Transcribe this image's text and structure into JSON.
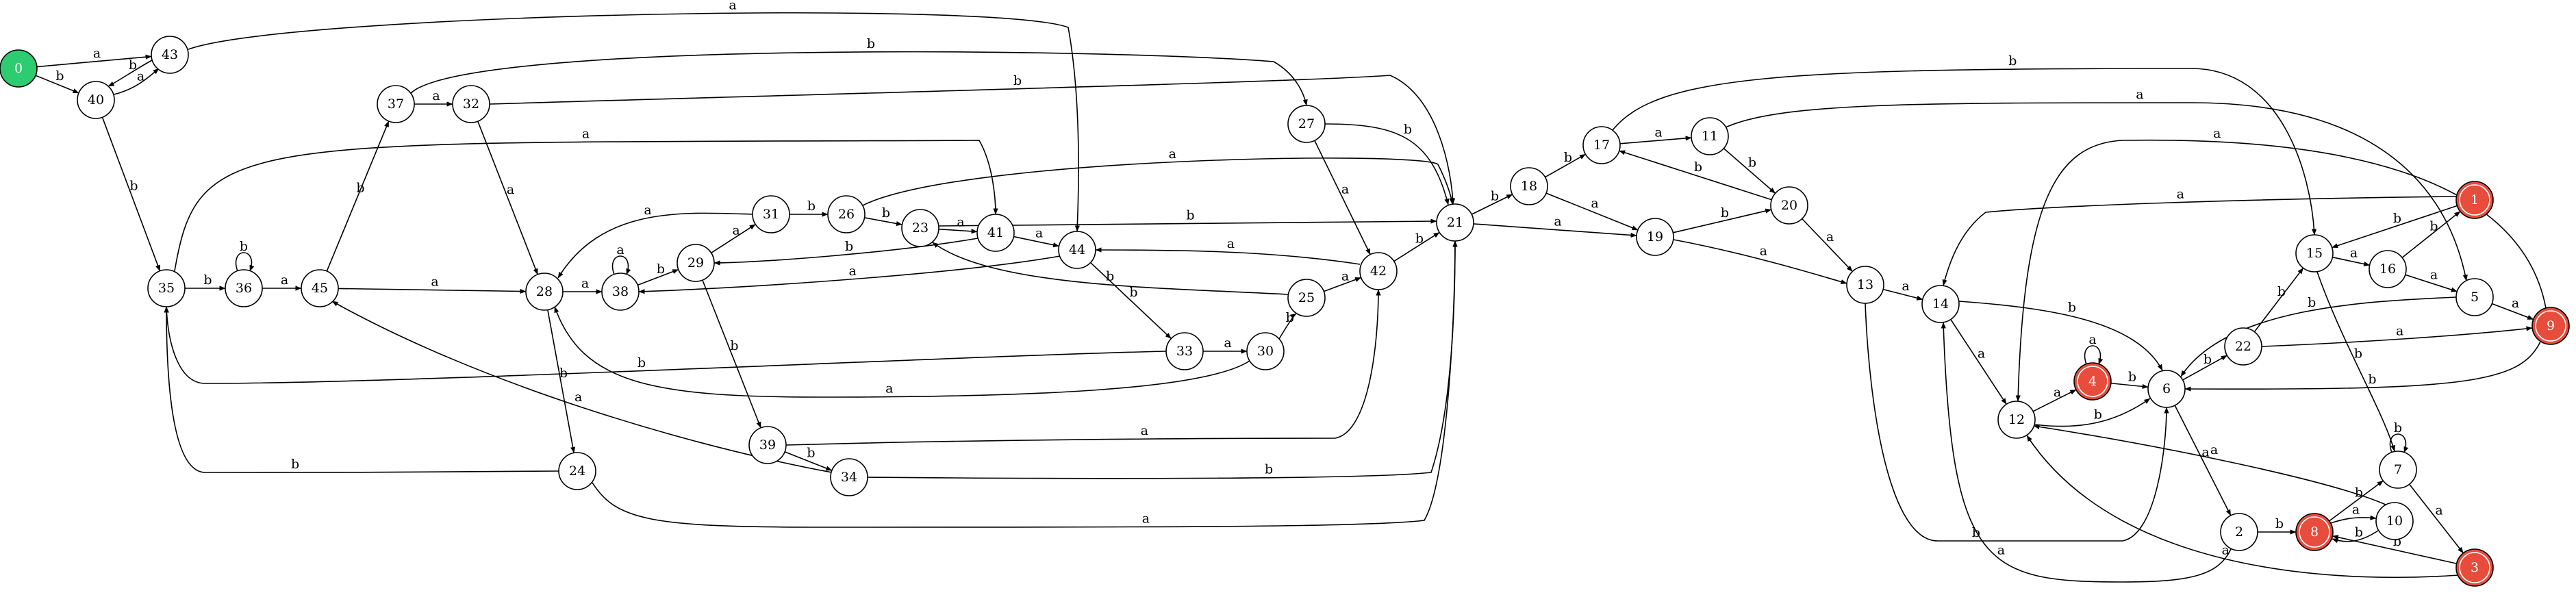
{
  "colors": {
    "start": "#2ecc71",
    "accept": "#e74c3c",
    "stroke": "#000000",
    "text": "#000000",
    "accept_text": "#ffffff"
  },
  "nodes": [
    {
      "id": "0",
      "label": "0",
      "kind": "start"
    },
    {
      "id": "43",
      "label": "43",
      "kind": "normal"
    },
    {
      "id": "40",
      "label": "40",
      "kind": "normal"
    },
    {
      "id": "35",
      "label": "35",
      "kind": "normal"
    },
    {
      "id": "36",
      "label": "36",
      "kind": "normal"
    },
    {
      "id": "45",
      "label": "45",
      "kind": "normal"
    },
    {
      "id": "37",
      "label": "37",
      "kind": "normal"
    },
    {
      "id": "32",
      "label": "32",
      "kind": "normal"
    },
    {
      "id": "28",
      "label": "28",
      "kind": "normal"
    },
    {
      "id": "38",
      "label": "38",
      "kind": "normal"
    },
    {
      "id": "29",
      "label": "29",
      "kind": "normal"
    },
    {
      "id": "31",
      "label": "31",
      "kind": "normal"
    },
    {
      "id": "26",
      "label": "26",
      "kind": "normal"
    },
    {
      "id": "23",
      "label": "23",
      "kind": "normal"
    },
    {
      "id": "41",
      "label": "41",
      "kind": "normal"
    },
    {
      "id": "44",
      "label": "44",
      "kind": "normal"
    },
    {
      "id": "27",
      "label": "27",
      "kind": "normal"
    },
    {
      "id": "42",
      "label": "42",
      "kind": "normal"
    },
    {
      "id": "25",
      "label": "25",
      "kind": "normal"
    },
    {
      "id": "33",
      "label": "33",
      "kind": "normal"
    },
    {
      "id": "30",
      "label": "30",
      "kind": "normal"
    },
    {
      "id": "39",
      "label": "39",
      "kind": "normal"
    },
    {
      "id": "34",
      "label": "34",
      "kind": "normal"
    },
    {
      "id": "24",
      "label": "24",
      "kind": "normal"
    },
    {
      "id": "21",
      "label": "21",
      "kind": "normal"
    },
    {
      "id": "18",
      "label": "18",
      "kind": "normal"
    },
    {
      "id": "17",
      "label": "17",
      "kind": "normal"
    },
    {
      "id": "11",
      "label": "11",
      "kind": "normal"
    },
    {
      "id": "19",
      "label": "19",
      "kind": "normal"
    },
    {
      "id": "20",
      "label": "20",
      "kind": "normal"
    },
    {
      "id": "13",
      "label": "13",
      "kind": "normal"
    },
    {
      "id": "14",
      "label": "14",
      "kind": "normal"
    },
    {
      "id": "12",
      "label": "12",
      "kind": "normal"
    },
    {
      "id": "4",
      "label": "4",
      "kind": "accept"
    },
    {
      "id": "6",
      "label": "6",
      "kind": "normal"
    },
    {
      "id": "2",
      "label": "2",
      "kind": "normal"
    },
    {
      "id": "8",
      "label": "8",
      "kind": "accept"
    },
    {
      "id": "10",
      "label": "10",
      "kind": "normal"
    },
    {
      "id": "7",
      "label": "7",
      "kind": "normal"
    },
    {
      "id": "3",
      "label": "3",
      "kind": "accept"
    },
    {
      "id": "22",
      "label": "22",
      "kind": "normal"
    },
    {
      "id": "15",
      "label": "15",
      "kind": "normal"
    },
    {
      "id": "16",
      "label": "16",
      "kind": "normal"
    },
    {
      "id": "1",
      "label": "1",
      "kind": "accept"
    },
    {
      "id": "5",
      "label": "5",
      "kind": "normal"
    },
    {
      "id": "9",
      "label": "9",
      "kind": "accept"
    }
  ],
  "edges": [
    {
      "from": "0",
      "to": "43",
      "label": "a"
    },
    {
      "from": "0",
      "to": "40",
      "label": "b"
    },
    {
      "from": "43",
      "to": "40",
      "label": "b"
    },
    {
      "from": "40",
      "to": "43",
      "label": "a"
    },
    {
      "from": "43",
      "to": "44",
      "label": "a"
    },
    {
      "from": "40",
      "to": "35",
      "label": "b"
    },
    {
      "from": "35",
      "to": "36",
      "label": "b"
    },
    {
      "from": "36",
      "to": "36",
      "label": "b"
    },
    {
      "from": "36",
      "to": "45",
      "label": "a"
    },
    {
      "from": "35",
      "to": "41",
      "label": "a"
    },
    {
      "from": "45",
      "to": "37",
      "label": "b"
    },
    {
      "from": "45",
      "to": "28",
      "label": "a"
    },
    {
      "from": "37",
      "to": "32",
      "label": "a"
    },
    {
      "from": "37",
      "to": "27",
      "label": "b"
    },
    {
      "from": "32",
      "to": "21",
      "label": "b"
    },
    {
      "from": "32",
      "to": "28",
      "label": "a"
    },
    {
      "from": "28",
      "to": "38",
      "label": "a"
    },
    {
      "from": "38",
      "to": "38",
      "label": "a"
    },
    {
      "from": "38",
      "to": "29",
      "label": "b"
    },
    {
      "from": "29",
      "to": "31",
      "label": "a"
    },
    {
      "from": "29",
      "to": "39",
      "label": "b"
    },
    {
      "from": "31",
      "to": "28",
      "label": "a"
    },
    {
      "from": "31",
      "to": "26",
      "label": "b"
    },
    {
      "from": "26",
      "to": "23",
      "label": "b"
    },
    {
      "from": "26",
      "to": "21",
      "label": "a"
    },
    {
      "from": "23",
      "to": "41",
      "label": "a"
    },
    {
      "from": "23",
      "to": "21",
      "label": "b"
    },
    {
      "from": "41",
      "to": "44",
      "label": "a"
    },
    {
      "from": "41",
      "to": "29",
      "label": "b"
    },
    {
      "from": "44",
      "to": "38",
      "label": "a"
    },
    {
      "from": "44",
      "to": "33",
      "label": "b"
    },
    {
      "from": "27",
      "to": "21",
      "label": "b"
    },
    {
      "from": "27",
      "to": "42",
      "label": "a"
    },
    {
      "from": "42",
      "to": "44",
      "label": "a"
    },
    {
      "from": "42",
      "to": "21",
      "label": "b"
    },
    {
      "from": "25",
      "to": "42",
      "label": "a"
    },
    {
      "from": "25",
      "to": "23",
      "label": "b"
    },
    {
      "from": "33",
      "to": "30",
      "label": "a"
    },
    {
      "from": "33",
      "to": "35",
      "label": "b"
    },
    {
      "from": "30",
      "to": "25",
      "label": "b"
    },
    {
      "from": "30",
      "to": "28",
      "label": "a"
    },
    {
      "from": "39",
      "to": "34",
      "label": "b"
    },
    {
      "from": "39",
      "to": "42",
      "label": "a"
    },
    {
      "from": "34",
      "to": "21",
      "label": "b"
    },
    {
      "from": "34",
      "to": "45",
      "label": "a"
    },
    {
      "from": "28",
      "to": "24",
      "label": "b"
    },
    {
      "from": "24",
      "to": "35",
      "label": "b"
    },
    {
      "from": "24",
      "to": "21",
      "label": "a"
    },
    {
      "from": "21",
      "to": "18",
      "label": "b"
    },
    {
      "from": "21",
      "to": "19",
      "label": "a"
    },
    {
      "from": "18",
      "to": "17",
      "label": "b"
    },
    {
      "from": "18",
      "to": "19",
      "label": "a"
    },
    {
      "from": "17",
      "to": "11",
      "label": "a"
    },
    {
      "from": "17",
      "to": "15",
      "label": "b"
    },
    {
      "from": "11",
      "to": "20",
      "label": "b"
    },
    {
      "from": "11",
      "to": "5",
      "label": "a"
    },
    {
      "from": "19",
      "to": "20",
      "label": "b"
    },
    {
      "from": "19",
      "to": "13",
      "label": "a"
    },
    {
      "from": "20",
      "to": "17",
      "label": "b"
    },
    {
      "from": "20",
      "to": "13",
      "label": "a"
    },
    {
      "from": "13",
      "to": "14",
      "label": "a"
    },
    {
      "from": "13",
      "to": "6",
      "label": "b"
    },
    {
      "from": "14",
      "to": "12",
      "label": "a"
    },
    {
      "from": "14",
      "to": "6",
      "label": "b"
    },
    {
      "from": "12",
      "to": "4",
      "label": "a"
    },
    {
      "from": "12",
      "to": "6",
      "label": "b"
    },
    {
      "from": "4",
      "to": "4",
      "label": "a"
    },
    {
      "from": "4",
      "to": "6",
      "label": "b"
    },
    {
      "from": "6",
      "to": "2",
      "label": "a"
    },
    {
      "from": "6",
      "to": "22",
      "label": "b"
    },
    {
      "from": "2",
      "to": "8",
      "label": "b"
    },
    {
      "from": "2",
      "to": "14",
      "label": "a"
    },
    {
      "from": "8",
      "to": "10",
      "label": "a"
    },
    {
      "from": "8",
      "to": "7",
      "label": "b"
    },
    {
      "from": "10",
      "to": "8",
      "label": "b"
    },
    {
      "from": "10",
      "to": "12",
      "label": "a"
    },
    {
      "from": "7",
      "to": "7",
      "label": "b"
    },
    {
      "from": "7",
      "to": "3",
      "label": "a"
    },
    {
      "from": "3",
      "to": "8",
      "label": "b"
    },
    {
      "from": "3",
      "to": "12",
      "label": "a"
    },
    {
      "from": "22",
      "to": "15",
      "label": "b"
    },
    {
      "from": "22",
      "to": "9",
      "label": "a"
    },
    {
      "from": "15",
      "to": "16",
      "label": "a"
    },
    {
      "from": "15",
      "to": "7",
      "label": "b"
    },
    {
      "from": "16",
      "to": "1",
      "label": "b"
    },
    {
      "from": "16",
      "to": "5",
      "label": "a"
    },
    {
      "from": "1",
      "to": "15",
      "label": "b"
    },
    {
      "from": "1",
      "to": "14",
      "label": "a"
    },
    {
      "from": "5",
      "to": "9",
      "label": "a"
    },
    {
      "from": "5",
      "to": "6",
      "label": "b"
    },
    {
      "from": "9",
      "to": "6",
      "label": "b"
    },
    {
      "from": "9",
      "to": "12",
      "label": "a"
    }
  ]
}
